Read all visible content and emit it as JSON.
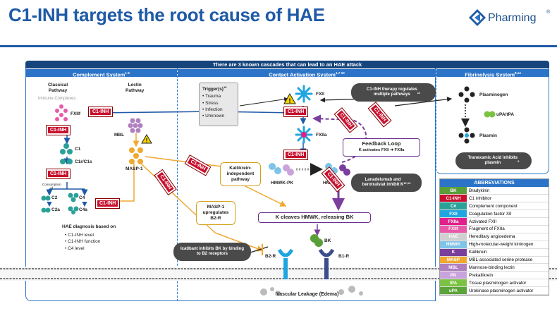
{
  "title": "C1-INH targets the root cause of HAE",
  "logo": {
    "name": "Pharming",
    "reg": "®"
  },
  "banner": "There are 3 known cascades that can lead to an HAE attack",
  "sections": {
    "complement": {
      "label": "Complement System",
      "sup": "1-6"
    },
    "contact": {
      "label": "Contact Activation System",
      "sup": "1,7-10"
    },
    "fibrinolysis": {
      "label": "Fibrinolysis System",
      "sup": "8,14"
    }
  },
  "complement": {
    "classical": "Classical\nPathway",
    "lectin": "Lectin\nPathway",
    "immune_complexes": "Immune Complexes",
    "fxiif": "FXIIf",
    "mbl": "MBL",
    "masp1": "MASP-1",
    "c1": "C1",
    "c1r_c1s": "C1r/C1s",
    "consumption": "Consumption\nof",
    "c2": "C2",
    "c4": "C4",
    "c2a": "C2a",
    "c4a": "C4a",
    "hae_diag_title": "HAE diagnosis based on",
    "hae_diag_items": [
      "C1-INH level",
      "C1-INH function",
      "C4 level"
    ]
  },
  "c1inh_label": "C1-INH",
  "contact": {
    "triggers_title": "Trigger(s)",
    "triggers_sup": "10",
    "triggers": [
      "Trauma",
      "Stress",
      "Infection",
      "Unknown"
    ],
    "fxii": "FXII",
    "fxiia": "FXIIa",
    "therapy_note": "C1-INH therapy regulates\nmultiple pathways",
    "therapy_sup": "11",
    "feedback_title": "Feedback Loop",
    "feedback_sub": "K activates FXII",
    "feedback_target": "FXIIa",
    "kallikrein_box": "Kallikrein-\nindependent\npathway",
    "hmwk_pk": "HMWK-PK",
    "hmwk_k": "HMWK-K",
    "lanadelumab_note": "Lanadelumab and\nberotralstat inhibit K",
    "lanadelumab_sup": "12,13",
    "masp_box": "MASP-1\nupregulates\nB2-R",
    "k_cleaves": "K cleaves HMWK, releasing BK",
    "bk": "BK",
    "icatibant_note": "Icatibant inhibits BK by binding\nto B2 receptors",
    "b2r": "B2-R",
    "b1r": "B1-R",
    "vascular": "Vascular Leakage (Edema)"
  },
  "fibrinolysis": {
    "plasminogen": "Plasminogen",
    "upa_tpa": "uPA/tPA",
    "plasmin": "Plasmin",
    "tranexamic": "Tranexamic Acid inhibits\nplasmin",
    "tranexamic_sup": "9"
  },
  "abbreviations": {
    "title": "ABBREVIATIONS",
    "rows": [
      {
        "k": "BK",
        "v": "Bradykinin",
        "color": "#5a9e3a"
      },
      {
        "k": "C1-INH",
        "v": "C1 inhibitor",
        "color": "#c8102e"
      },
      {
        "k": "C#",
        "v": "Complement component",
        "color": "#2aa198"
      },
      {
        "k": "FXII",
        "v": "Coagulation factor XII",
        "color": "#1fa5e0"
      },
      {
        "k": "FXIIa",
        "v": "Activated FXII",
        "color": "#e0218a"
      },
      {
        "k": "FXIIf",
        "v": "Fragment of FXIIa",
        "color": "#e85aa8"
      },
      {
        "k": "HAE",
        "v": "Hereditary angioedema",
        "color": "#d0d0d0"
      },
      {
        "k": "HMWK",
        "v": "High-molecular-weight kininogen",
        "color": "#7ec3e8"
      },
      {
        "k": "K",
        "v": "Kallikrein",
        "color": "#7a3f9d"
      },
      {
        "k": "MASP",
        "v": "MBL-associated serine protease",
        "color": "#f0a830"
      },
      {
        "k": "MBL",
        "v": "Mannose-binding lectin",
        "color": "#b07fc0"
      },
      {
        "k": "PK",
        "v": "Prekallikrein",
        "color": "#c9a3dc"
      },
      {
        "k": "tPA",
        "v": "Tissue plasminogen activator",
        "color": "#7cc242"
      },
      {
        "k": "uPA",
        "v": "Urokinase plasminogen activator",
        "color": "#5aa43a"
      }
    ]
  }
}
